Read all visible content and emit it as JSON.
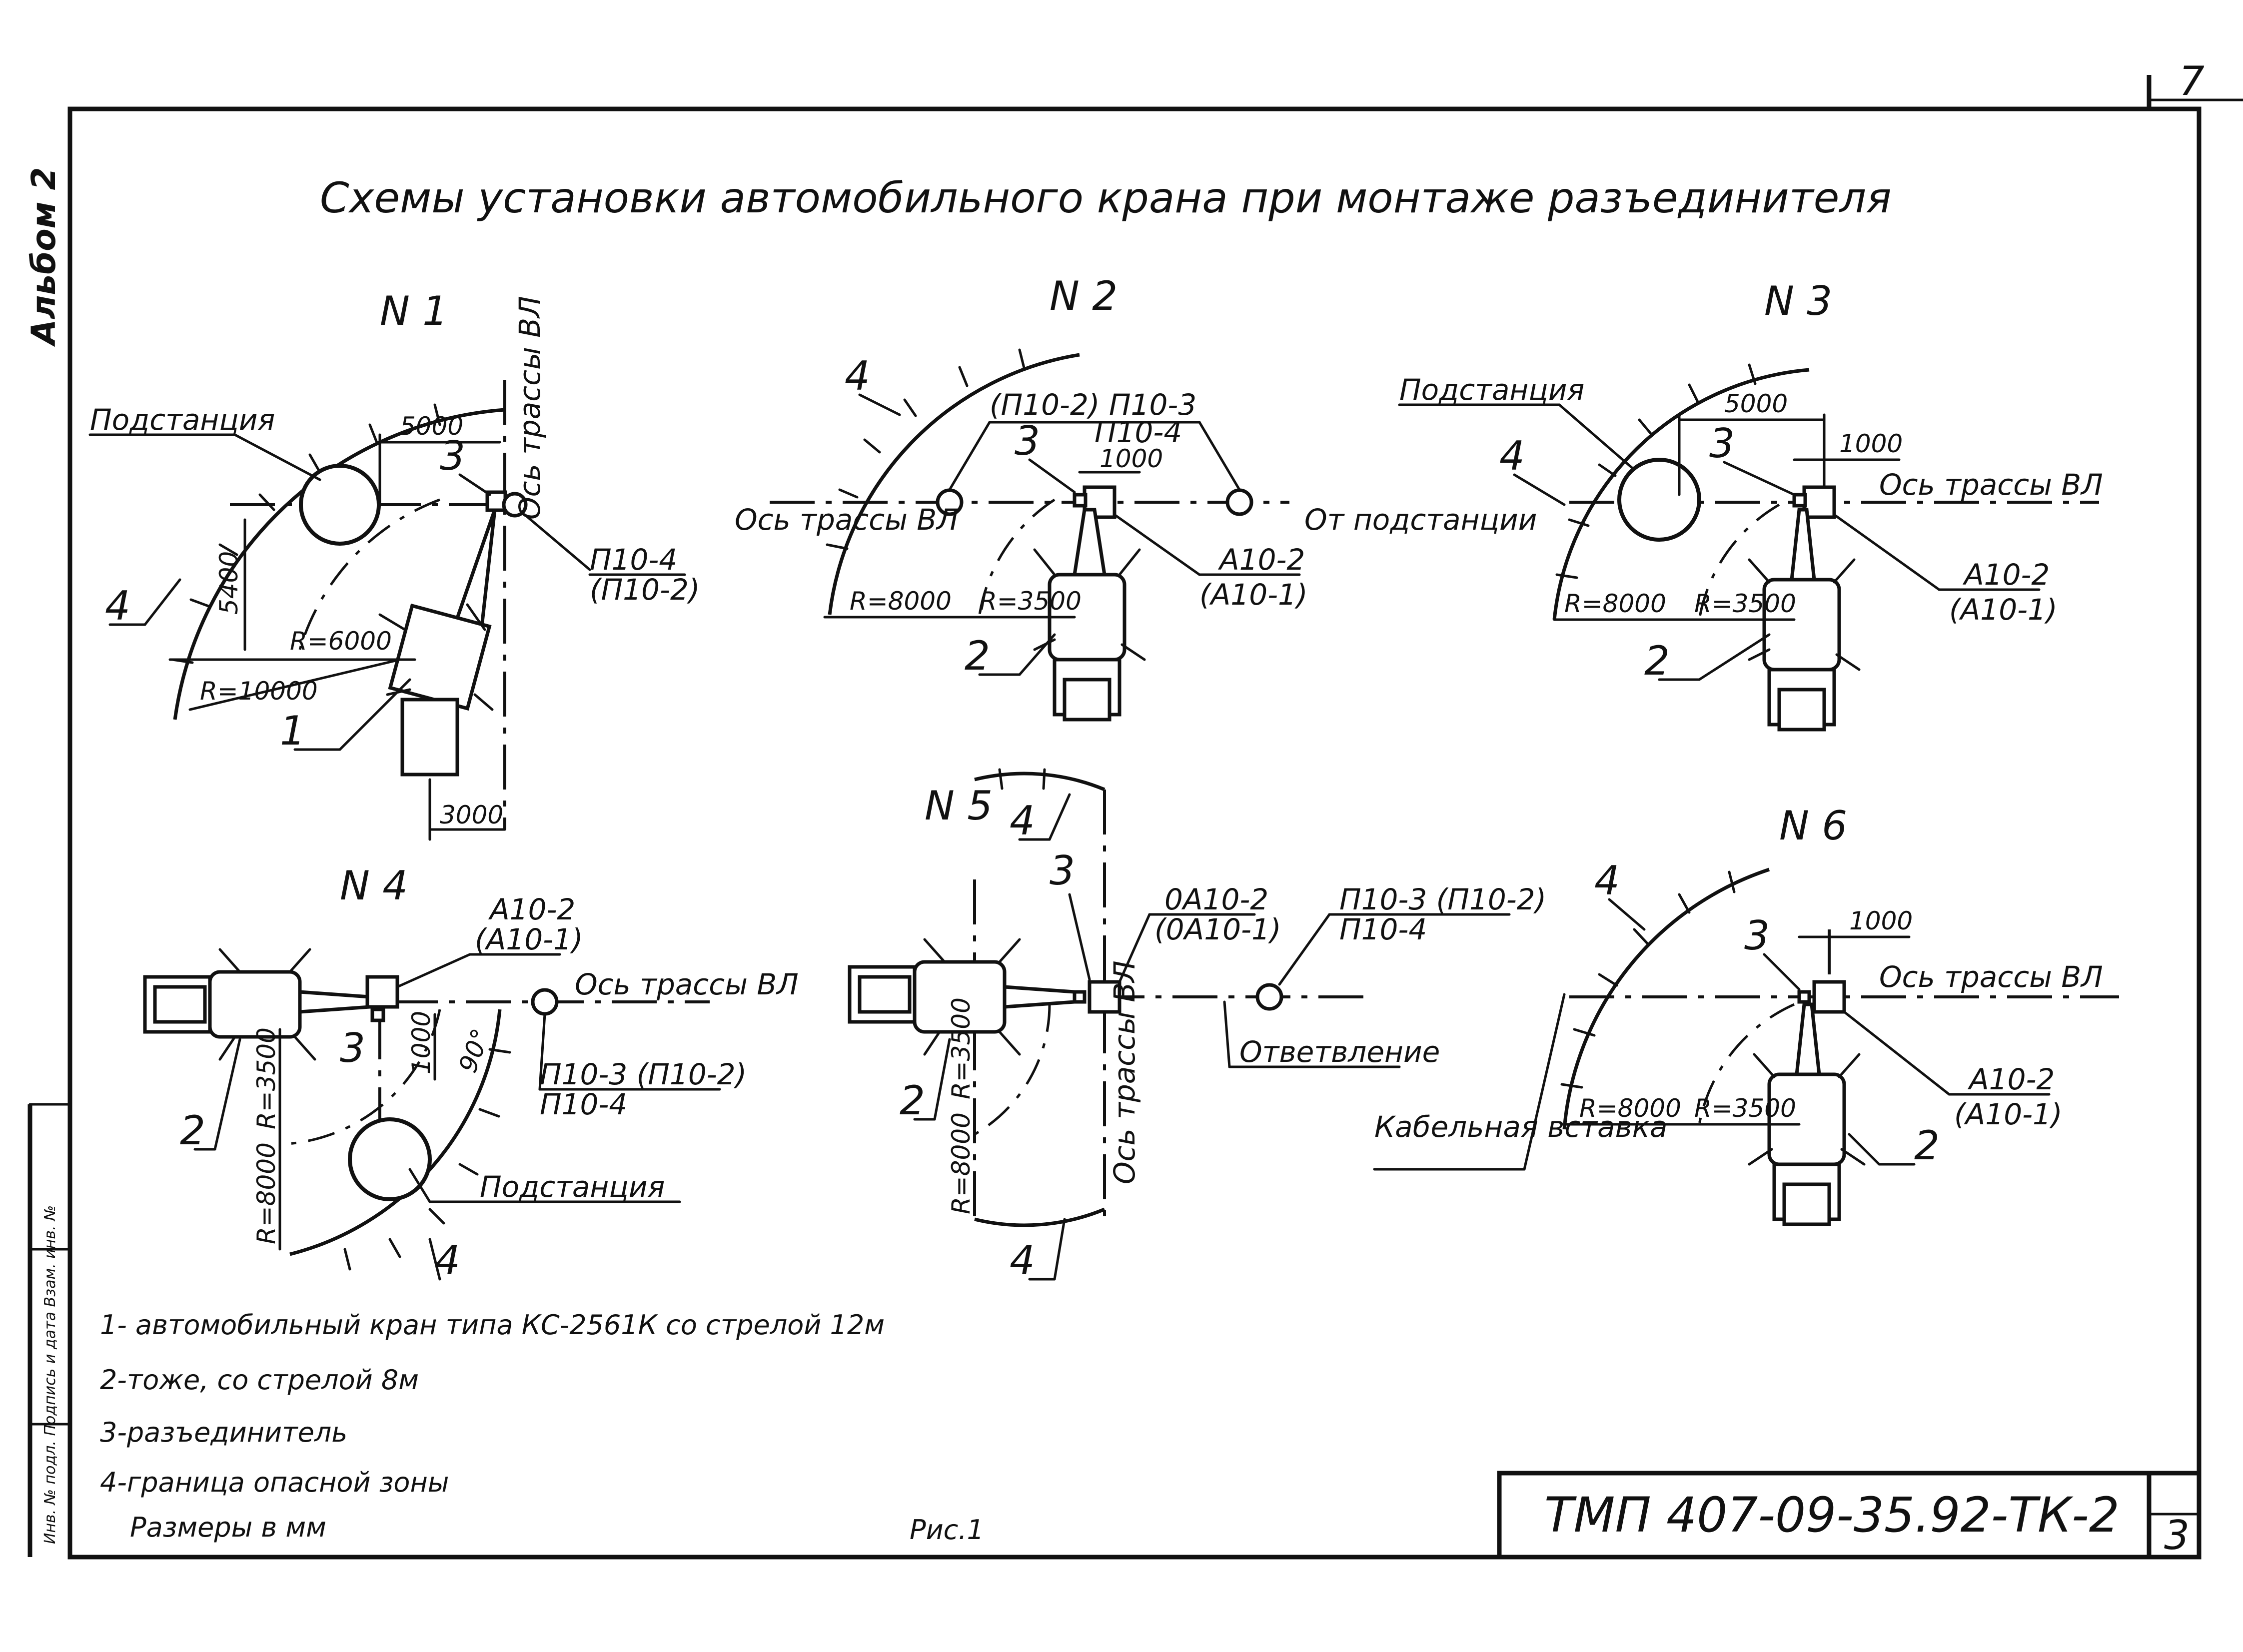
{
  "sheet": {
    "title": "Схемы установки автомобильного крана при монтаже разъединителя",
    "page_number": "7",
    "album_label": "Альбом 2",
    "figure_caption": "Рис.1",
    "stamp_code": "ТМП 407-09-35.92-ТК-2",
    "stamp_sheet": "3",
    "margin_stamp_text": "Инв. № подл. Подпись и дата Взам. инв. №"
  },
  "legend": {
    "items": [
      "1- автомобильный кран типа КС-2561К со стрелой 12м",
      "2-тоже, со стрелой 8м",
      "3-разъединитель",
      "4-граница опасной зоны"
    ],
    "units_note": "Размеры в мм"
  },
  "schemes": [
    {
      "id": "N1",
      "label": "N 1",
      "labels": {
        "substation": "Подстанция",
        "axis": "Ось трассы ВЛ",
        "support": "П10-4",
        "support_alt": "(П10-2)",
        "dim_top": "5000",
        "dim_side": "5400",
        "dim_bottom": "3000",
        "radius_small": "R=6000",
        "radius_large": "R=10000",
        "callouts": [
          "1",
          "3",
          "4"
        ]
      }
    },
    {
      "id": "N2",
      "label": "N 2",
      "labels": {
        "axis": "Ось трассы ВЛ",
        "from_substation": "От подстанции",
        "supports_top": "(П10-2) П10-3",
        "supports_top2": "П10-4",
        "dim_top": "1000",
        "anchor": "А10-2",
        "anchor_alt": "(А10-1)",
        "radius_large": "R=8000",
        "radius_small": "R=3500",
        "callouts": [
          "2",
          "3",
          "4"
        ]
      }
    },
    {
      "id": "N3",
      "label": "N 3",
      "labels": {
        "substation": "Подстанция",
        "axis": "Ось трассы ВЛ",
        "dim_top": "5000",
        "dim_top2": "1000",
        "anchor": "А10-2",
        "anchor_alt": "(А10-1)",
        "radius_large": "R=8000",
        "radius_small": "R=3500",
        "callouts": [
          "2",
          "3",
          "4"
        ]
      }
    },
    {
      "id": "N4",
      "label": "N 4",
      "labels": {
        "anchor": "А10-2",
        "anchor_alt": "(А10-1)",
        "axis": "Ось трассы ВЛ",
        "supports": "П10-3 (П10-2)",
        "supports2": "П10-4",
        "dim_side": "1000",
        "angle": "90°",
        "substation": "Подстанция",
        "radius_small": "R=3500",
        "radius_large": "R=8000",
        "callouts": [
          "2",
          "3",
          "4"
        ]
      }
    },
    {
      "id": "N5",
      "label": "N 5",
      "labels": {
        "anchor": "0А10-2",
        "anchor_alt": "(0А10-1)",
        "supports": "П10-3 (П10-2)",
        "supports2": "П10-4",
        "branch": "Ответвление",
        "axis": "Ось трассы ВЛ",
        "radius_small": "R=3500",
        "radius_large": "R=8000",
        "callouts": [
          "2",
          "3",
          "4",
          "4"
        ]
      }
    },
    {
      "id": "N6",
      "label": "N 6",
      "labels": {
        "axis": "Ось трассы ВЛ",
        "dim_top": "1000",
        "anchor": "А10-2",
        "anchor_alt": "(А10-1)",
        "cable_insert": "Кабельная вставка",
        "radius_large": "R=8000",
        "radius_small": "R=3500",
        "callouts": [
          "2",
          "3",
          "4"
        ]
      }
    }
  ]
}
